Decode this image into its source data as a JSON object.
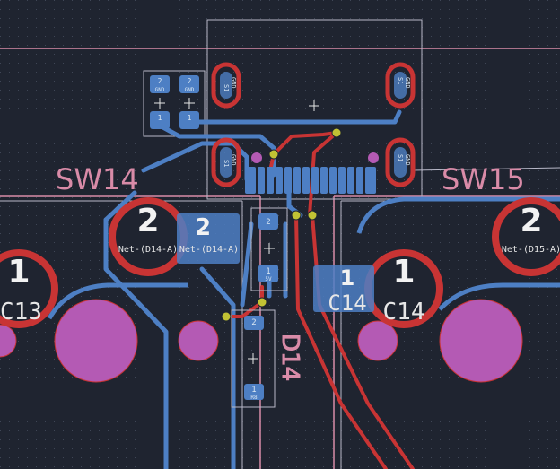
{
  "board": {
    "colors": {
      "background": "#1f2430",
      "grid": "#3f4656",
      "front_copper": "#c83434",
      "back_copper": "#4d7fc4",
      "silkscreen": "#d98ba8",
      "courtyard": "#b8b8c8",
      "via": "#c2c234",
      "npth": "#b45ab4",
      "pad_ring": "#c83434"
    },
    "footprints": {
      "sw14": {
        "ref": "SW14",
        "pad2_num": "2",
        "pad2_net": "Net-(D14-A)",
        "pad1_num": "1"
      },
      "sw15": {
        "ref": "SW15",
        "pad2_num": "2",
        "pad2_net": "Net-(D15-A)",
        "pad1_num": "1"
      },
      "c13": {
        "ref": "C13",
        "pad_num": "1"
      },
      "c14": {
        "ref": "C14",
        "pad_num": "1",
        "back_pad_num": "1",
        "back_pad_label": "C14"
      },
      "d14": {
        "ref": "D14"
      },
      "sw14_back_pad": {
        "num": "2",
        "net": "Net-(D14-A)"
      },
      "smd_top_pad": {
        "num": "2"
      },
      "smd_bottom_pad": {
        "num": "1",
        "label": "5V"
      },
      "smd_lower_top_pad": {
        "num": "2"
      },
      "smd_lower_bottom_pad": {
        "num": "1",
        "label": "R8"
      },
      "button": {
        "pads": [
          {
            "num": "2",
            "net": "GND"
          },
          {
            "num": "2",
            "net": "GND"
          },
          {
            "num": "1",
            "net": ""
          },
          {
            "num": "1",
            "net": ""
          }
        ]
      },
      "shield_pads": [
        {
          "label": "S1",
          "net": "GND"
        },
        {
          "label": "S1",
          "net": "GND"
        },
        {
          "label": "S1",
          "net": "GND"
        },
        {
          "label": "S1",
          "net": "GND"
        }
      ]
    }
  }
}
